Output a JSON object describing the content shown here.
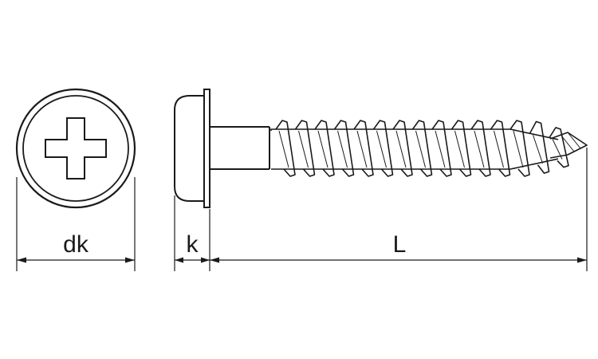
{
  "labels": {
    "head_diameter": "dk",
    "head_height": "k",
    "length": "L"
  },
  "colors": {
    "stroke": "#1a1a1a",
    "background": "#ffffff"
  }
}
